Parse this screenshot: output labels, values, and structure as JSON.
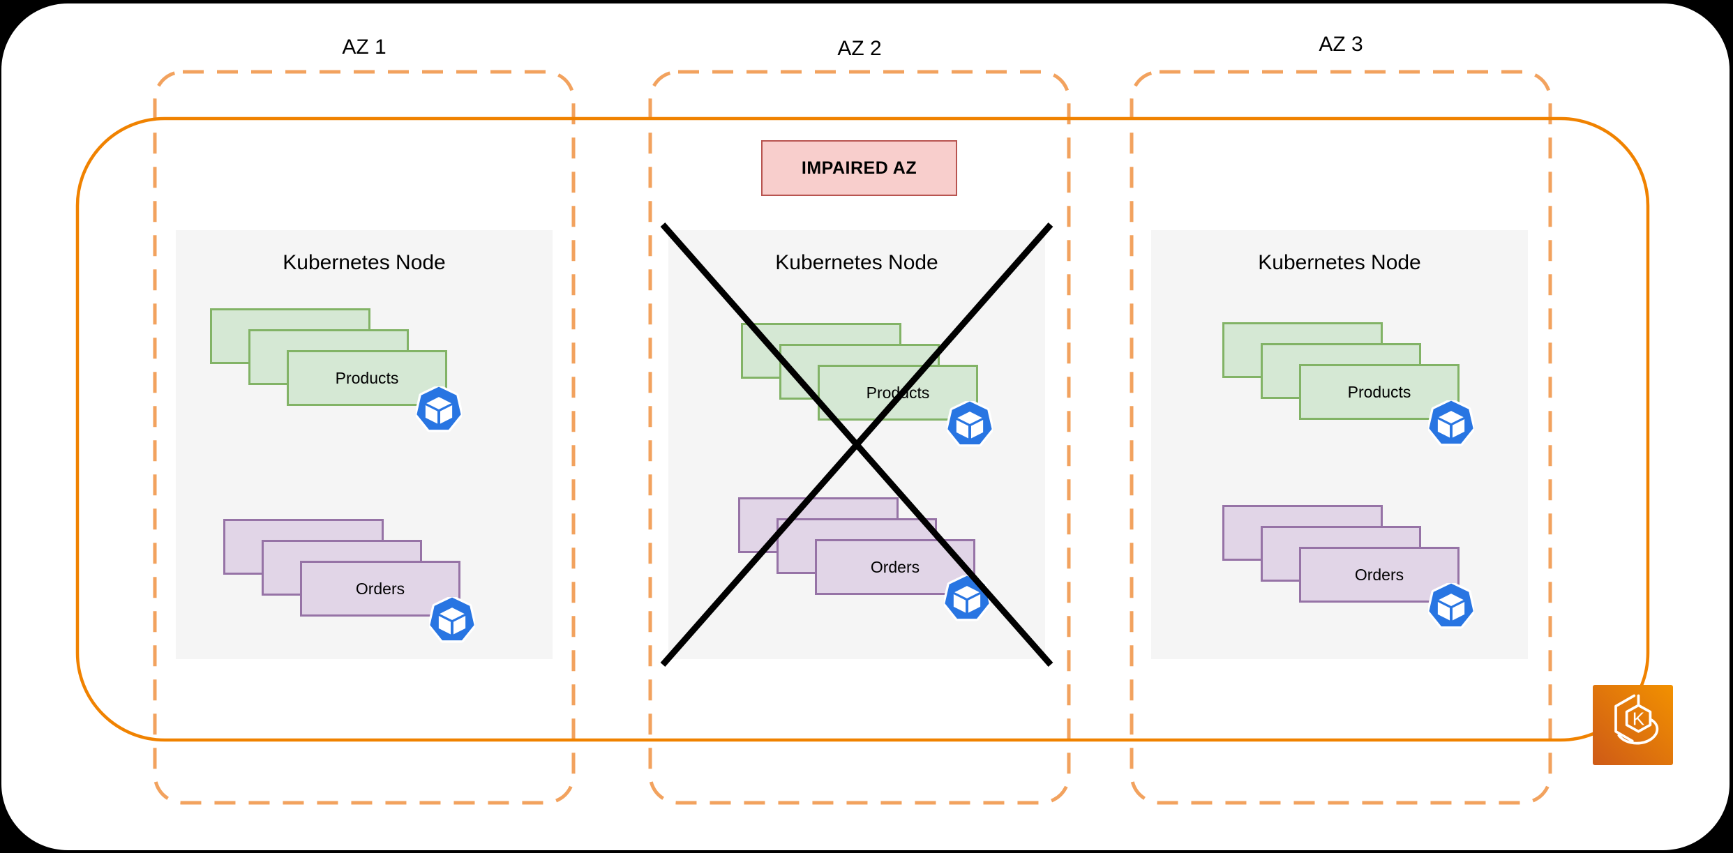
{
  "azs": [
    {
      "label": "AZ 1",
      "node": {
        "title": "Kubernetes Node",
        "stacks": [
          {
            "label": "Products"
          },
          {
            "label": "Orders"
          }
        ]
      }
    },
    {
      "label": "AZ 2",
      "impaired_badge": "IMPAIRED AZ",
      "node": {
        "title": "Kubernetes Node",
        "stacks": [
          {
            "label": "Products"
          },
          {
            "label": "Orders"
          }
        ]
      }
    },
    {
      "label": "AZ 3",
      "node": {
        "title": "Kubernetes Node",
        "stacks": [
          {
            "label": "Products"
          },
          {
            "label": "Orders"
          }
        ]
      }
    }
  ],
  "icons": {
    "pod": "kubernetes-pod",
    "eks": "amazon-eks"
  },
  "colors": {
    "page-bg": "#000000",
    "canvas-bg": "#ffffff",
    "text": "#000000",
    "az-dash": "#f2a25e",
    "cluster-line": "#f08200",
    "impaired-fill": "#f8cecc",
    "impaired-border": "#b85450",
    "green-fill": "#d5e8d4",
    "green-border": "#82b366",
    "purple-fill": "#e1d5e7",
    "purple-border": "#9673a6",
    "node-fill": "#f5f5f5",
    "pod-blue": "#2875e2",
    "eks-grad-start": "#ce5a17",
    "eks-grad-end": "#f29100",
    "cross-line": "#000000"
  }
}
